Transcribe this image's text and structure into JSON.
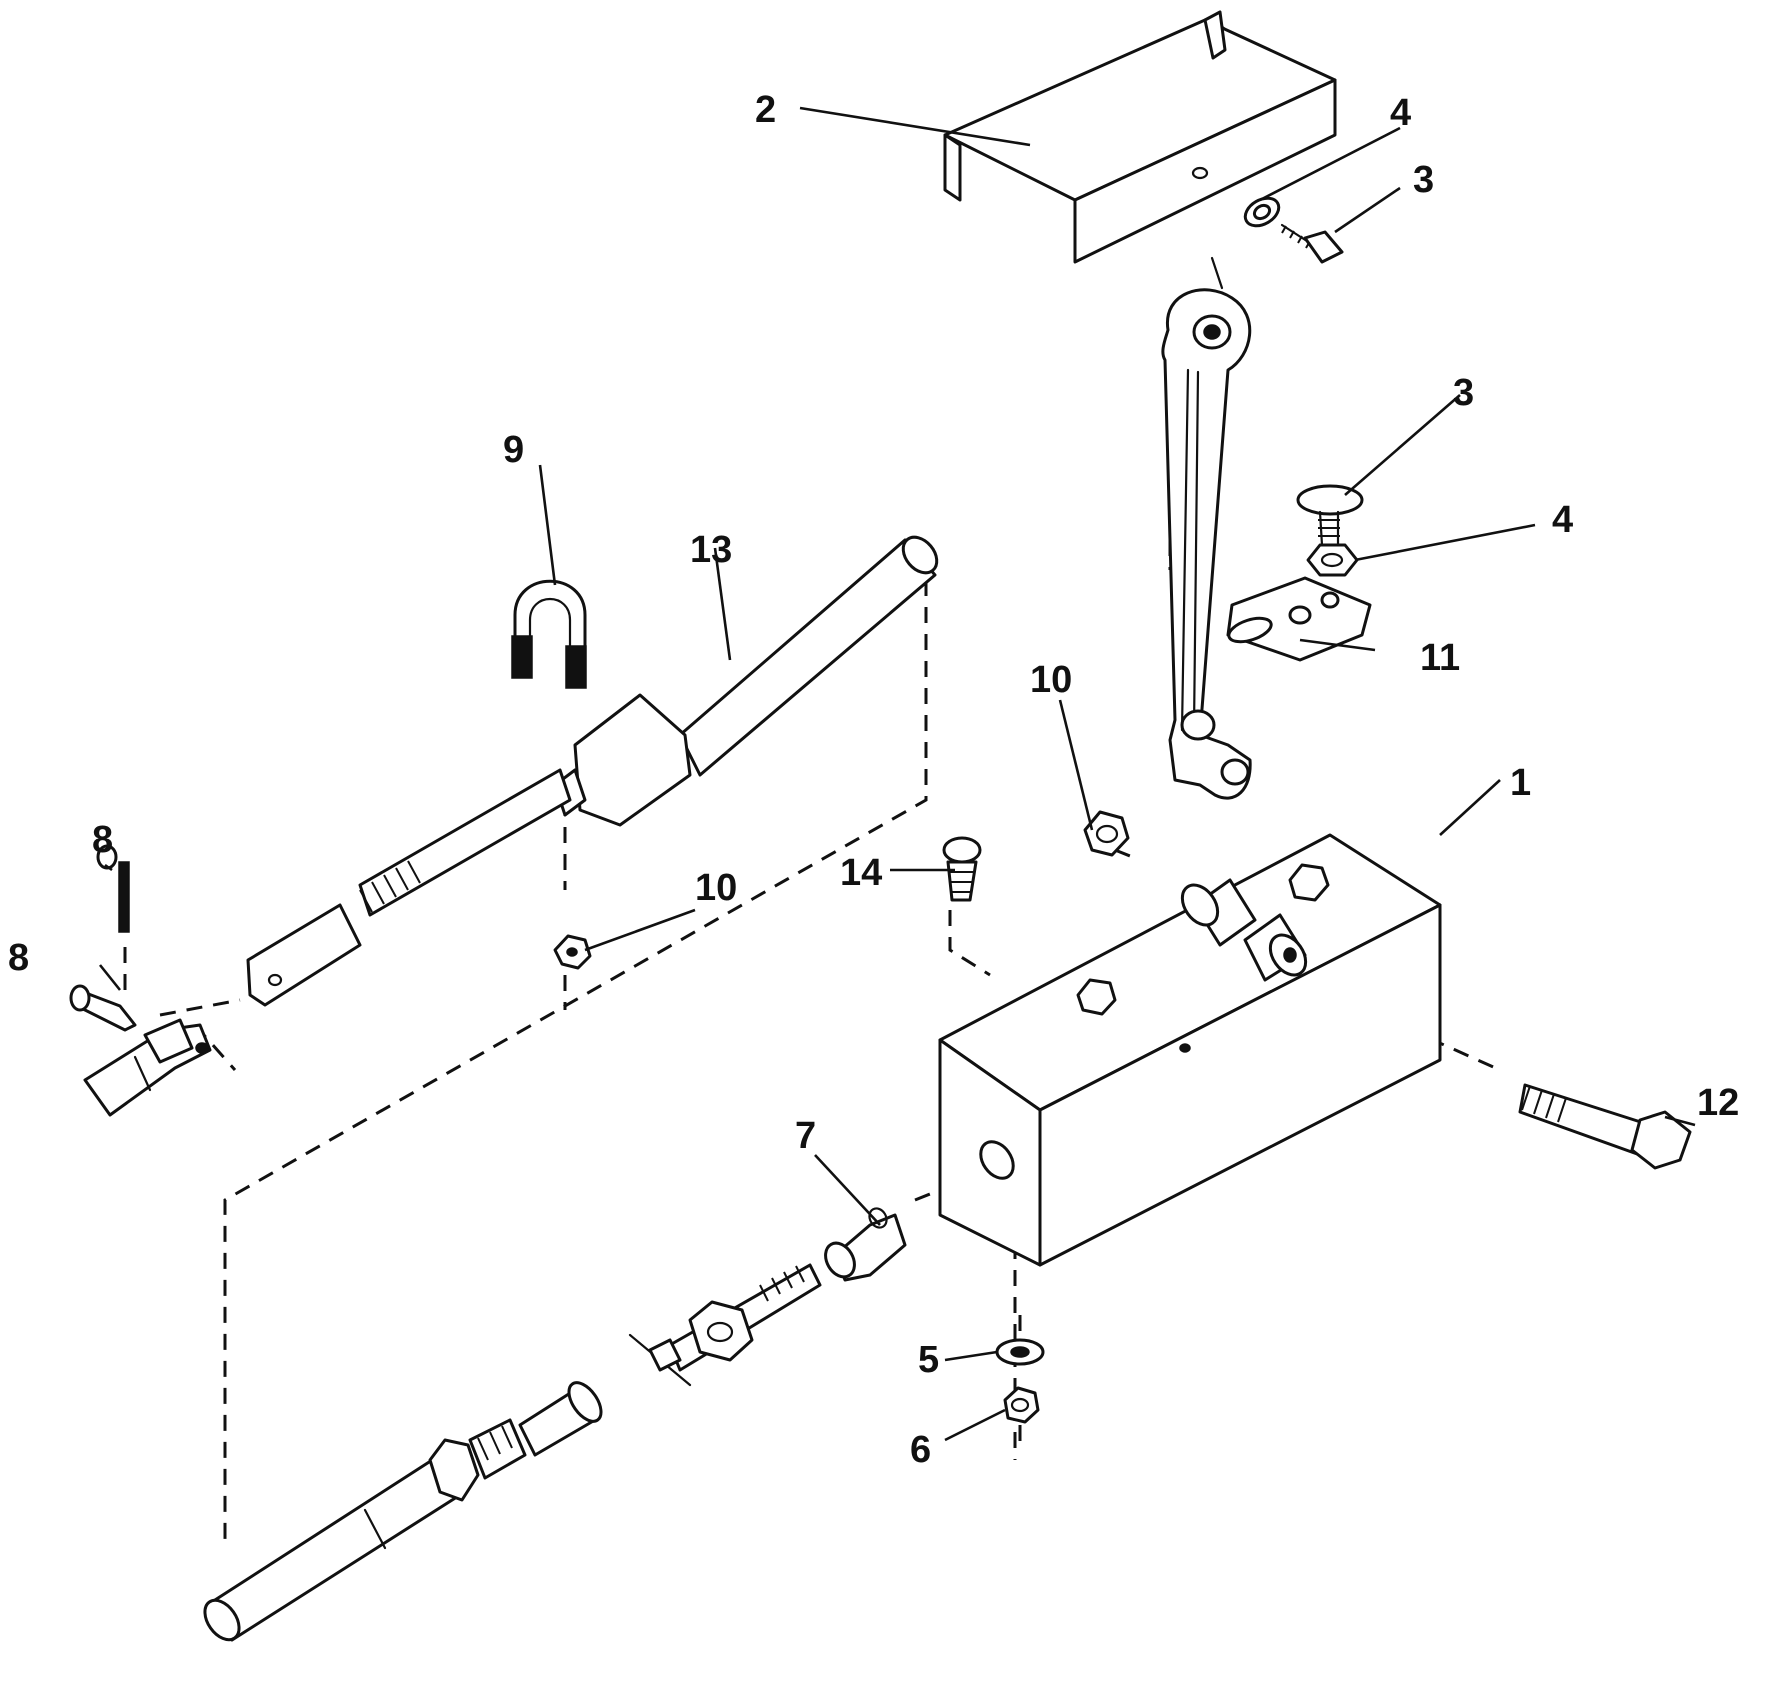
{
  "callouts": [
    {
      "id": "c1",
      "text": "1"
    },
    {
      "id": "c2",
      "text": "2"
    },
    {
      "id": "c3a",
      "text": "3"
    },
    {
      "id": "c3b",
      "text": "3"
    },
    {
      "id": "c4a",
      "text": "4"
    },
    {
      "id": "c4b",
      "text": "4"
    },
    {
      "id": "c5",
      "text": "5"
    },
    {
      "id": "c6",
      "text": "6"
    },
    {
      "id": "c7",
      "text": "7"
    },
    {
      "id": "c8a",
      "text": "8"
    },
    {
      "id": "c8b",
      "text": "8"
    },
    {
      "id": "c9",
      "text": "9"
    },
    {
      "id": "c10a",
      "text": "10"
    },
    {
      "id": "c10b",
      "text": "10"
    },
    {
      "id": "c11",
      "text": "11"
    },
    {
      "id": "c12",
      "text": "12"
    },
    {
      "id": "c13",
      "text": "13"
    },
    {
      "id": "c14",
      "text": "14"
    }
  ],
  "colors": {
    "ink": "#111111",
    "paper": "#ffffff"
  }
}
